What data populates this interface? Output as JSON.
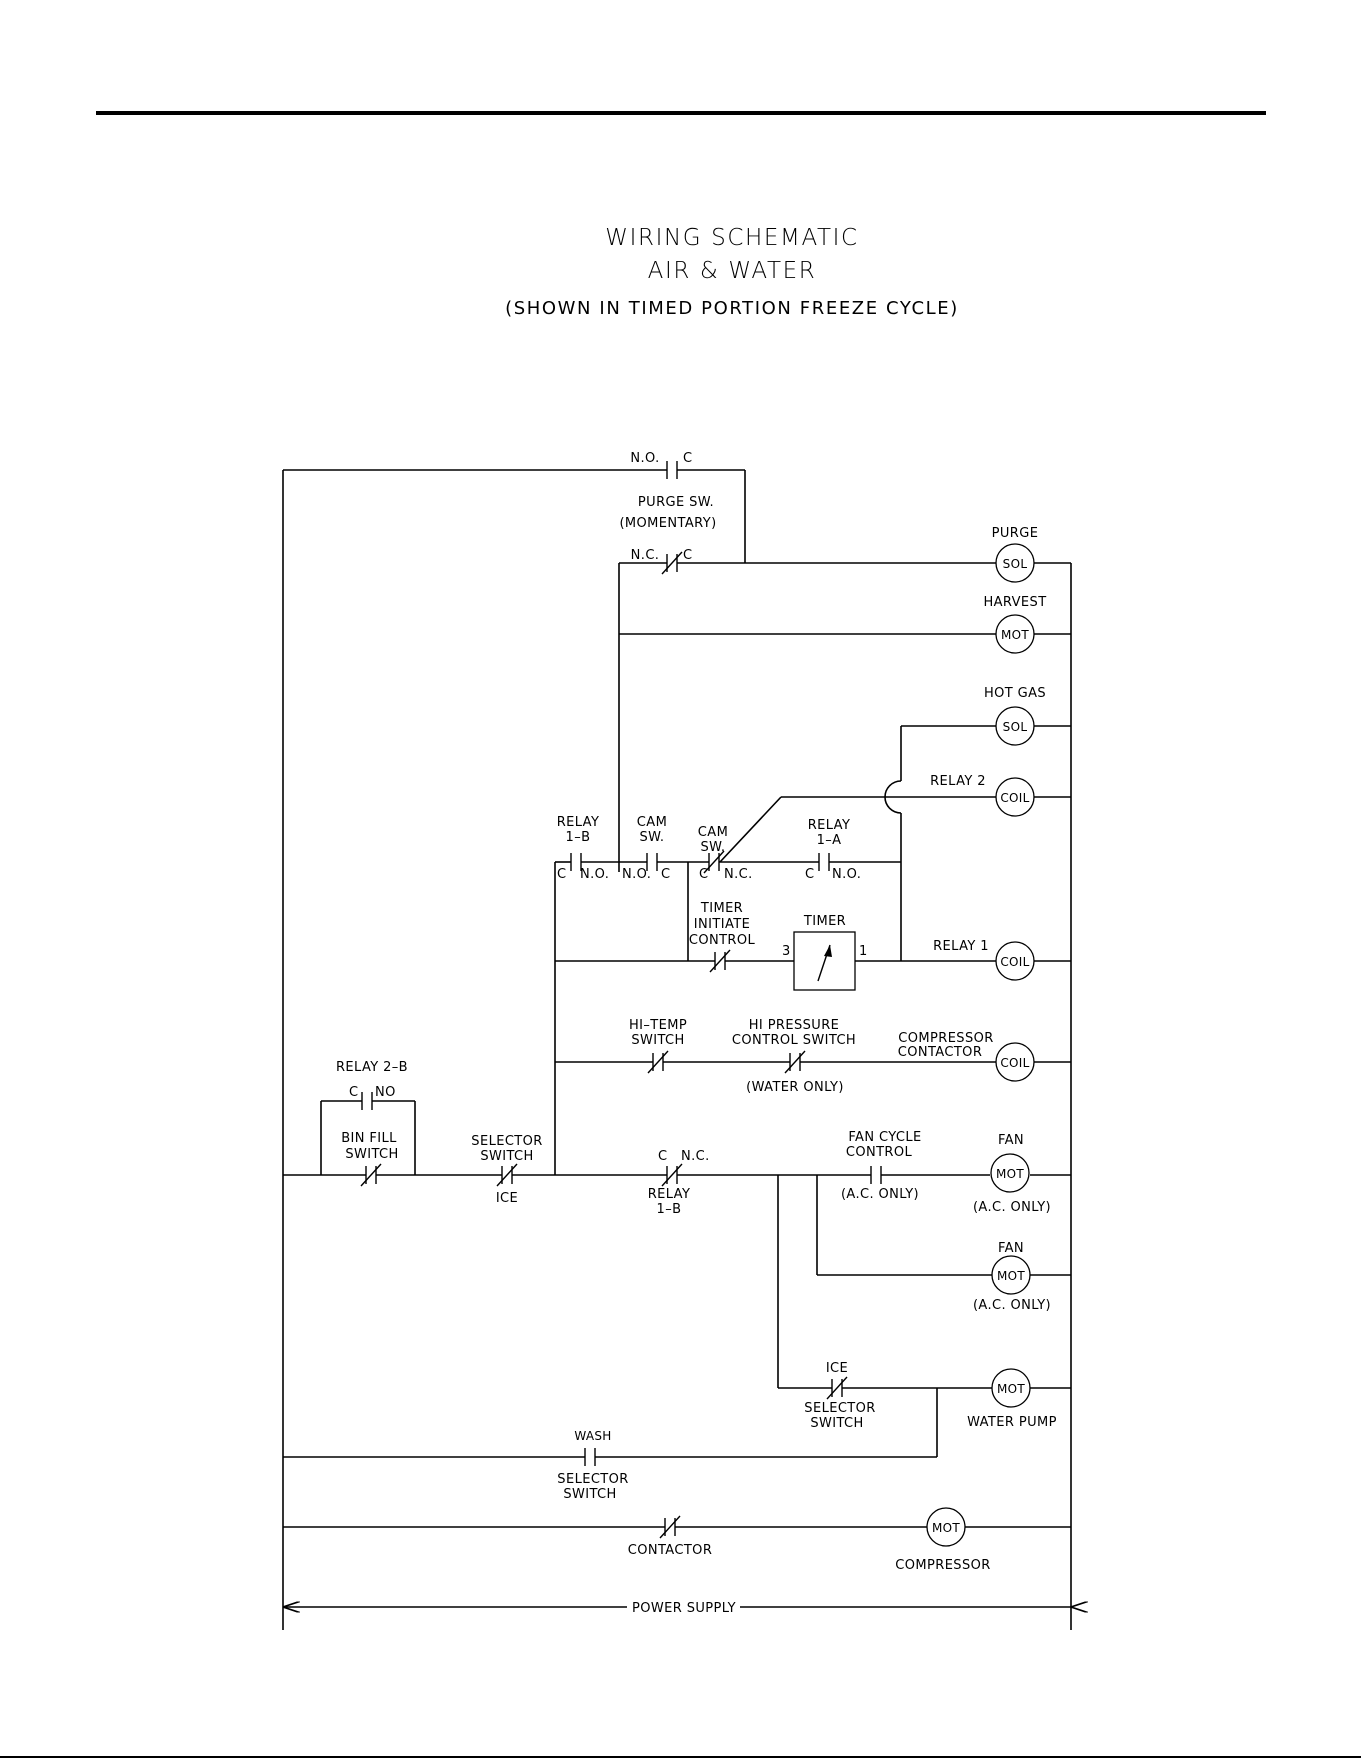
{
  "title": {
    "line1": "WIRING  SCHEMATIC",
    "line2": "AIR  &  WATER",
    "line3": "(SHOWN  IN  TIMED  PORTION  FREEZE  CYCLE)"
  },
  "purge_switch": {
    "no": "N.O.",
    "c_top": "C",
    "name": "PURGE  SW.",
    "type": "(MOMENTARY)",
    "nc": "N.C.",
    "c_bottom": "C"
  },
  "loads": {
    "purge_label": "PURGE",
    "purge_symbol": "SOL",
    "harvest_label": "HARVEST",
    "harvest_symbol": "MOT",
    "hotgas_label": "HOT  GAS",
    "hotgas_symbol": "SOL",
    "relay2_label": "RELAY  2",
    "relay2_symbol": "COIL",
    "relay1_label": "RELAY  1",
    "relay1_symbol": "COIL",
    "compressor_contactor_line1": "COMPRESSOR",
    "compressor_contactor_line2": "CONTACTOR",
    "compressor_contactor_symbol": "COIL",
    "fan1_label": "FAN",
    "fan1_symbol": "MOT",
    "fan1_note": "(A.C.  ONLY)",
    "fan2_label": "FAN",
    "fan2_symbol": "MOT",
    "fan2_note": "(A.C.  ONLY)",
    "water_pump_symbol": "MOT",
    "water_pump_label": "WATER  PUMP",
    "compressor_symbol": "MOT",
    "compressor_label": "COMPRESSOR"
  },
  "contacts": {
    "relay1b_line1": "RELAY",
    "relay1b_line2": "1–B",
    "relay1b_c": "C",
    "relay1b_no": "N.O.",
    "cam1_line1": "CAM",
    "cam1_line2": "SW.",
    "cam1_no": "N.O.",
    "cam1_c": "C",
    "cam2_line1": "CAM",
    "cam2_line2": "SW.",
    "cam2_c": "C",
    "cam2_nc": "N.C.",
    "relay1a_line1": "RELAY",
    "relay1a_line2": "1–A",
    "relay1a_c": "C",
    "relay1a_no": "N.O.",
    "timer_init_line1": "TIMER",
    "timer_init_line2": "INITIATE",
    "timer_init_line3": "CONTROL",
    "timer_label": "TIMER",
    "timer_pin3": "3",
    "timer_pin1": "1",
    "hitemp_line1": "HI–TEMP",
    "hitemp_line2": "SWITCH",
    "hipress_line1": "HI  PRESSURE",
    "hipress_line2": "CONTROL  SWITCH",
    "hipress_note": "(WATER  ONLY)",
    "relay2b_label": "RELAY  2–B",
    "relay2b_c": "C",
    "relay2b_no": "NO",
    "binfill_line1": "BIN  FILL",
    "binfill_line2": "SWITCH",
    "selector1_line1": "SELECTOR",
    "selector1_line2": "SWITCH",
    "selector1_pos": "ICE",
    "relay1b_nc_c": "C",
    "relay1b_nc_nc": "N.C.",
    "relay1b_nc_line1": "RELAY",
    "relay1b_nc_line2": "1–B",
    "fancycle_line1": "FAN  CYCLE",
    "fancycle_line2": "CONTROL",
    "fancycle_note": "(A.C.  ONLY)",
    "ice_sel_pos": "ICE",
    "ice_sel_line1": "SELECTOR",
    "ice_sel_line2": "SWITCH",
    "wash_pos": "WASH",
    "wash_line1": "SELECTOR",
    "wash_line2": "SWITCH",
    "contactor_label": "CONTACTOR"
  },
  "power_supply": "POWER  SUPPLY"
}
